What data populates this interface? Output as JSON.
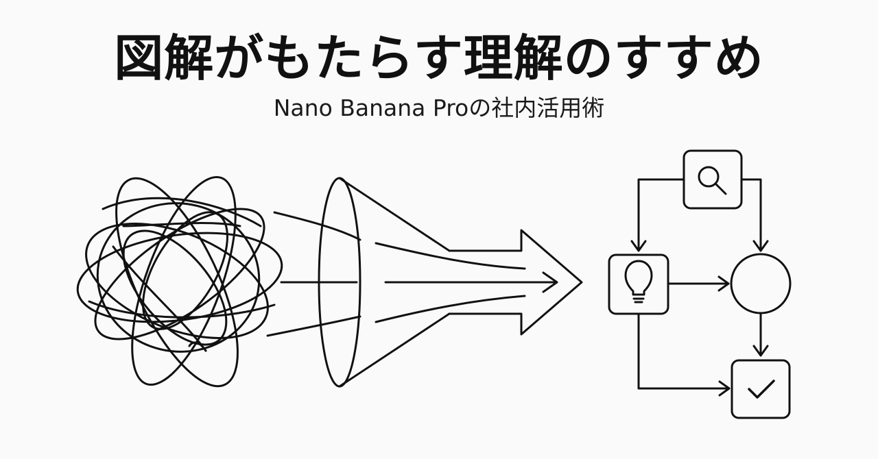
{
  "header": {
    "title": "図解がもたらす理解のすすめ",
    "subtitle": "Nano Banana Proの社内活用術"
  },
  "illustration": {
    "stroke_color": "#111111",
    "background_color": "#fafafa",
    "elements": {
      "chaos": "tangled-lines",
      "funnel": "funnel",
      "arrow": "right-arrow",
      "flow": {
        "nodes": [
          "search-icon",
          "lightbulb-icon",
          "circle-node",
          "checkmark-icon"
        ]
      }
    }
  }
}
